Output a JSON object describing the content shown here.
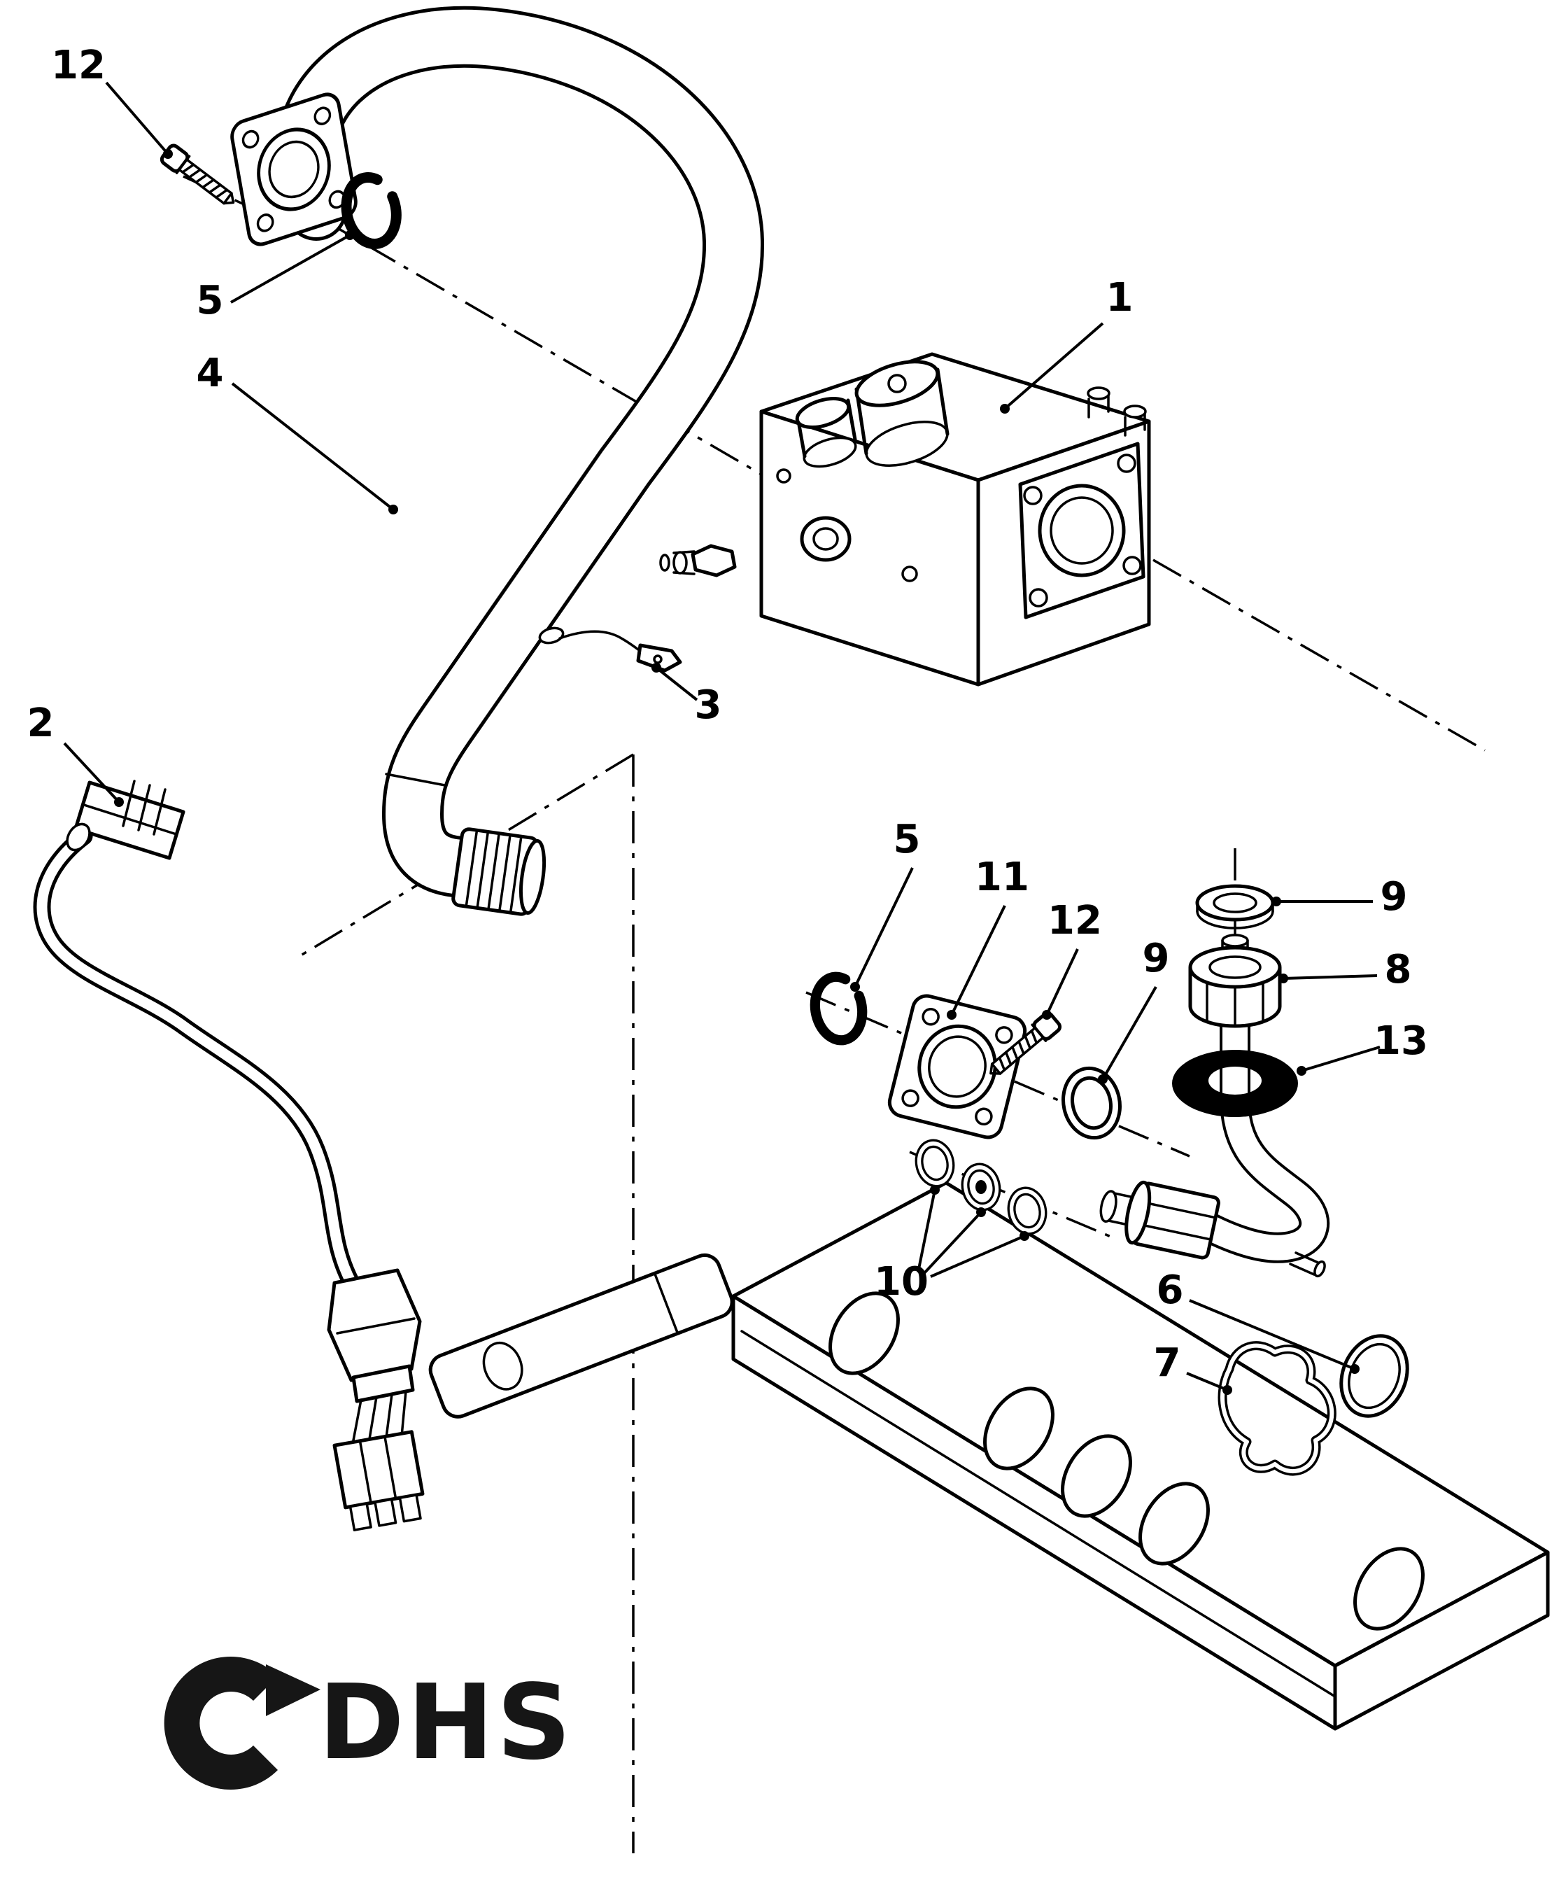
{
  "diagram": {
    "kind": "exploded-parts-diagram",
    "colors": {
      "ink": "#000000",
      "paper": "#ffffff",
      "logo": "#161616"
    }
  },
  "logo": {
    "text": "DHS"
  },
  "callouts": {
    "c1": "1",
    "c2": "2",
    "c3": "3",
    "c4": "4",
    "c5a": "5",
    "c5b": "5",
    "c6": "6",
    "c7": "7",
    "c8": "8",
    "c9a": "9",
    "c9b": "9",
    "c10": "10",
    "c11": "11",
    "c12a": "12",
    "c12b": "12",
    "c13": "13"
  }
}
